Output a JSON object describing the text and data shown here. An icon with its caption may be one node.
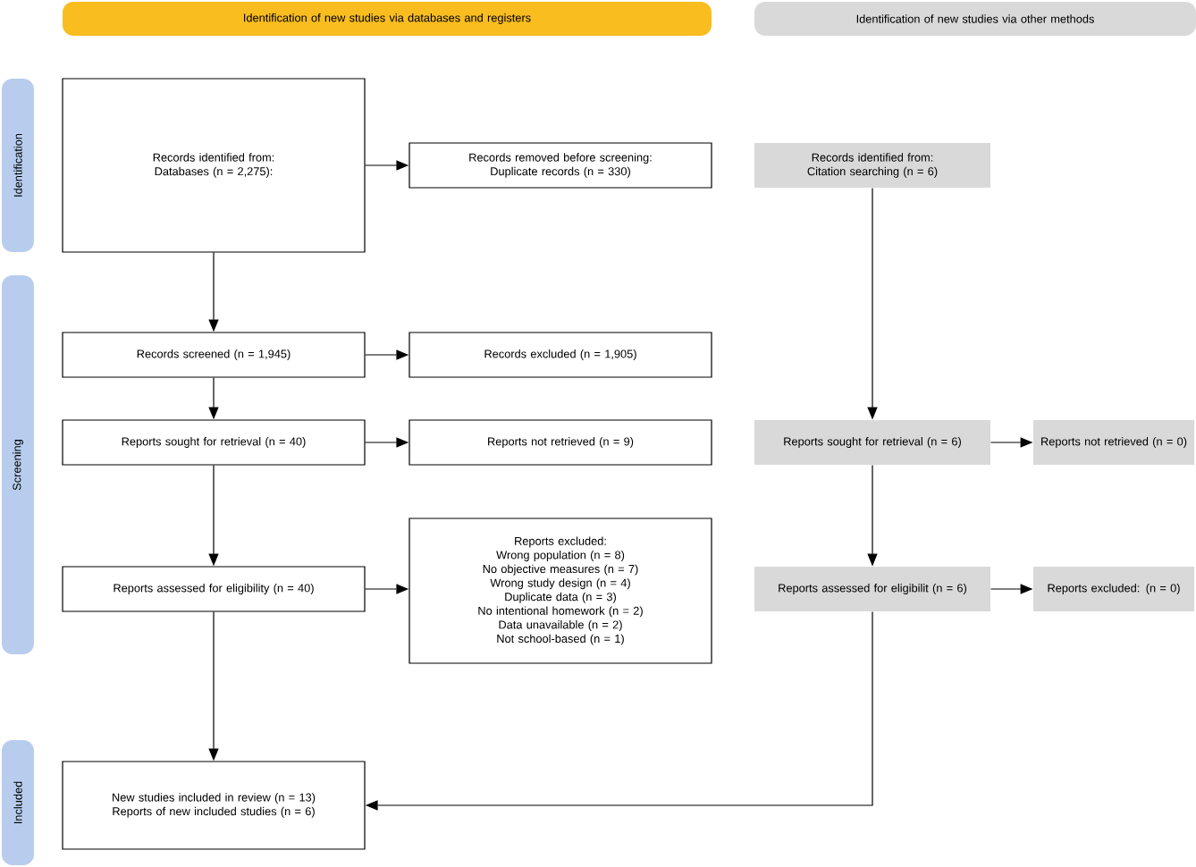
{
  "diagram": {
    "nodes": [
      {
        "text": [
          "Identification of new studies via databases and registers"
        ]
      },
      {
        "text": [
          "Identification of new studies via other methods"
        ]
      },
      {
        "text": [
          "Identification"
        ]
      },
      {
        "text": [
          "Screening"
        ]
      },
      {
        "text": [
          "Included"
        ]
      },
      {
        "text": [
          "Records identified from:",
          "Databases (n = 2,275):"
        ]
      },
      {
        "text": [
          "Records removed before screening:",
          "Duplicate records (n = 330)"
        ]
      },
      {
        "text": [
          "Records identified from:",
          "Citation searching (n = 6)"
        ]
      },
      {
        "text": [
          "Records screened (n = 1,945)"
        ]
      },
      {
        "text": [
          "Records excluded (n = 1,905)"
        ]
      },
      {
        "text": [
          "Reports sought for retrieval (n = 40)"
        ]
      },
      {
        "text": [
          "Reports not retrieved (n = 9)"
        ]
      },
      {
        "text": [
          "Reports sought for retrieval (n = 6)"
        ]
      },
      {
        "text": [
          "Reports not retrieved (n = 0)"
        ]
      },
      {
        "text": [
          "Reports assessed for eligibility (n = 40)"
        ]
      },
      {
        "text": [
          "Reports excluded:",
          "Wrong population (n = 8)",
          "No objective measures (n = 7)",
          "Wrong study design (n = 4)",
          "Duplicate data (n = 3)",
          "No intentional homework (n = 2)",
          "Data unavailable (n = 2)",
          "Not school-based (n = 1)"
        ]
      },
      {
        "text": [
          "Reports assessed for eligibilit (n = 6)"
        ]
      },
      {
        "text": [
          "Reports excluded: (n = 0)"
        ]
      },
      {
        "text": [
          "New studies included in review (n = 13)",
          "Reports of new included studies (n = 6)"
        ]
      }
    ],
    "edges": [
      {
        "from": 5,
        "to": 6,
        "arrow": "to"
      },
      {
        "from": 5,
        "to": 8,
        "arrow": "to"
      },
      {
        "from": 8,
        "to": 9,
        "arrow": "to"
      },
      {
        "from": 8,
        "to": 10,
        "arrow": "to"
      },
      {
        "from": 10,
        "to": 11,
        "arrow": "to"
      },
      {
        "from": 10,
        "to": 14,
        "arrow": "to"
      },
      {
        "from": 14,
        "to": 15,
        "arrow": "to"
      },
      {
        "from": 14,
        "to": 18,
        "arrow": "to"
      },
      {
        "from": 7,
        "to": 12,
        "arrow": "to"
      },
      {
        "from": 12,
        "to": 13,
        "arrow": "to"
      },
      {
        "from": 12,
        "to": 16,
        "arrow": "to"
      },
      {
        "from": 16,
        "to": 17,
        "arrow": "to"
      },
      {
        "from": 16,
        "to": 18,
        "arrow": "to"
      }
    ]
  }
}
